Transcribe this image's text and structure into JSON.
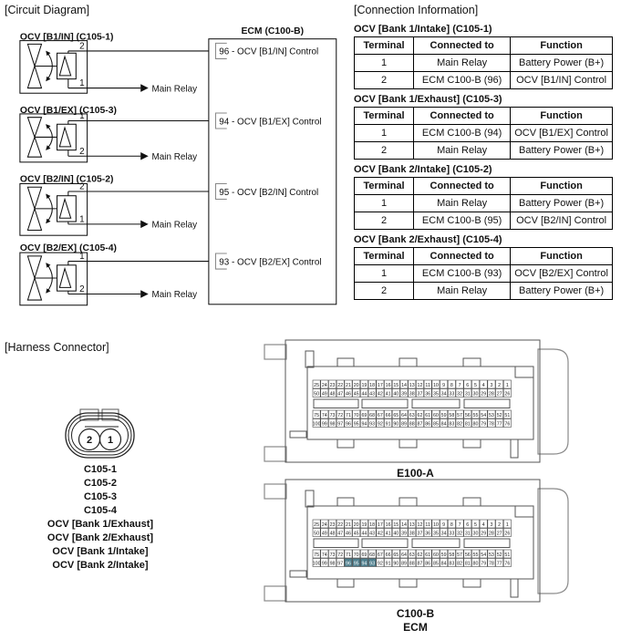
{
  "labels": {
    "circuit_diagram": "[Circuit Diagram]",
    "connection_information": "[Connection Information]",
    "harness_connector": "[Harness Connector]"
  },
  "circuit": {
    "ecm_title": "ECM (C100-B)",
    "main_relay_label": "Main Relay",
    "units": [
      {
        "title": "OCV [B1/IN] (C105-1)",
        "top_pin": "2",
        "bottom_pin": "1",
        "ecm_pin_text": "96 - OCV [B1/IN] Control"
      },
      {
        "title": "OCV [B1/EX] (C105-3)",
        "top_pin": "1",
        "bottom_pin": "2",
        "ecm_pin_text": "94 - OCV [B1/EX] Control"
      },
      {
        "title": "OCV [B2/IN] (C105-2)",
        "top_pin": "2",
        "bottom_pin": "1",
        "ecm_pin_text": "95 - OCV [B2/IN] Control"
      },
      {
        "title": "OCV [B2/EX] (C105-4)",
        "top_pin": "1",
        "bottom_pin": "2",
        "ecm_pin_text": "93 - OCV [B2/EX] Control"
      }
    ]
  },
  "connection_tables": [
    {
      "title": "OCV [Bank 1/Intake] (C105-1)",
      "headers": [
        "Terminal",
        "Connected to",
        "Function"
      ],
      "rows": [
        [
          "1",
          "Main Relay",
          "Battery Power (B+)"
        ],
        [
          "2",
          "ECM C100-B (96)",
          "OCV [B1/IN] Control"
        ]
      ]
    },
    {
      "title": "OCV [Bank 1/Exhaust] (C105-3)",
      "headers": [
        "Terminal",
        "Connected to",
        "Function"
      ],
      "rows": [
        [
          "1",
          "ECM C100-B (94)",
          "OCV [B1/EX] Control"
        ],
        [
          "2",
          "Main Relay",
          "Battery Power (B+)"
        ]
      ]
    },
    {
      "title": "OCV [Bank 2/Intake] (C105-2)",
      "headers": [
        "Terminal",
        "Connected to",
        "Function"
      ],
      "rows": [
        [
          "1",
          "Main Relay",
          "Battery Power (B+)"
        ],
        [
          "2",
          "ECM C100-B (95)",
          "OCV [B2/IN] Control"
        ]
      ]
    },
    {
      "title": "OCV [Bank 2/Exhaust] (C105-4)",
      "headers": [
        "Terminal",
        "Connected to",
        "Function"
      ],
      "rows": [
        [
          "1",
          "ECM C100-B (93)",
          "OCV [B2/EX] Control"
        ],
        [
          "2",
          "Main Relay",
          "Battery Power (B+)"
        ]
      ]
    }
  ],
  "harness": {
    "pins": [
      "2",
      "1"
    ],
    "labels": [
      "C105-1",
      "C105-2",
      "C105-3",
      "C105-4",
      "OCV [Bank 1/Exhaust]",
      "OCV [Bank 2/Exhaust]",
      "OCV [Bank 1/Intake]",
      "OCV [Bank 2/Intake]"
    ]
  },
  "connectors": [
    {
      "id": "E100-A",
      "caption": [
        "E100-A"
      ],
      "pin_rows": [
        {
          "from": 25,
          "to": 1
        },
        {
          "from": 50,
          "to": 26
        },
        {
          "from": 75,
          "to": 51
        },
        {
          "from": 100,
          "to": 76
        }
      ],
      "highlighted_pins": []
    },
    {
      "id": "C100-B",
      "caption": [
        "C100-B",
        "ECM"
      ],
      "pin_rows": [
        {
          "from": 25,
          "to": 1
        },
        {
          "from": 50,
          "to": 26
        },
        {
          "from": 75,
          "to": 51
        },
        {
          "from": 100,
          "to": 76
        }
      ],
      "highlighted_pins": [
        96,
        95,
        94,
        93
      ]
    }
  ],
  "colors": {
    "highlight_pin": "#4e7f8e",
    "line": "#111111",
    "table_border": "#000000"
  }
}
